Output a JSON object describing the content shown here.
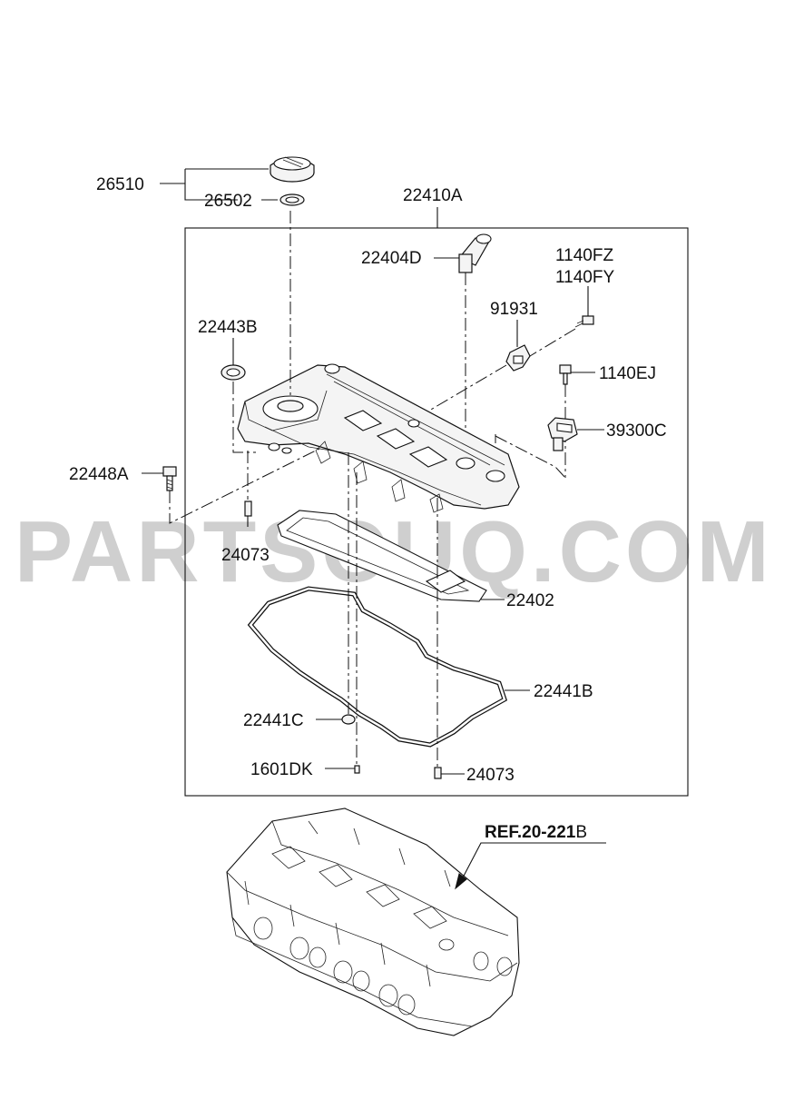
{
  "watermark": "PARTSOUQ.COM",
  "labels": {
    "p26510": "26510",
    "p26502": "26502",
    "p22410A": "22410A",
    "p22404D": "22404D",
    "p1140FZ": "1140FZ",
    "p1140FY": "1140FY",
    "p91931": "91931",
    "p22443B": "22443B",
    "p1140EJ": "1140EJ",
    "p39300C": "39300C",
    "p22448A": "22448A",
    "p24073_top": "24073",
    "p22402": "22402",
    "p22441B": "22441B",
    "p22441C": "22441C",
    "p1601DK": "1601DK",
    "p24073_bottom": "24073"
  },
  "reference": {
    "prefix": "REF.20-221",
    "suffix": "B"
  }
}
